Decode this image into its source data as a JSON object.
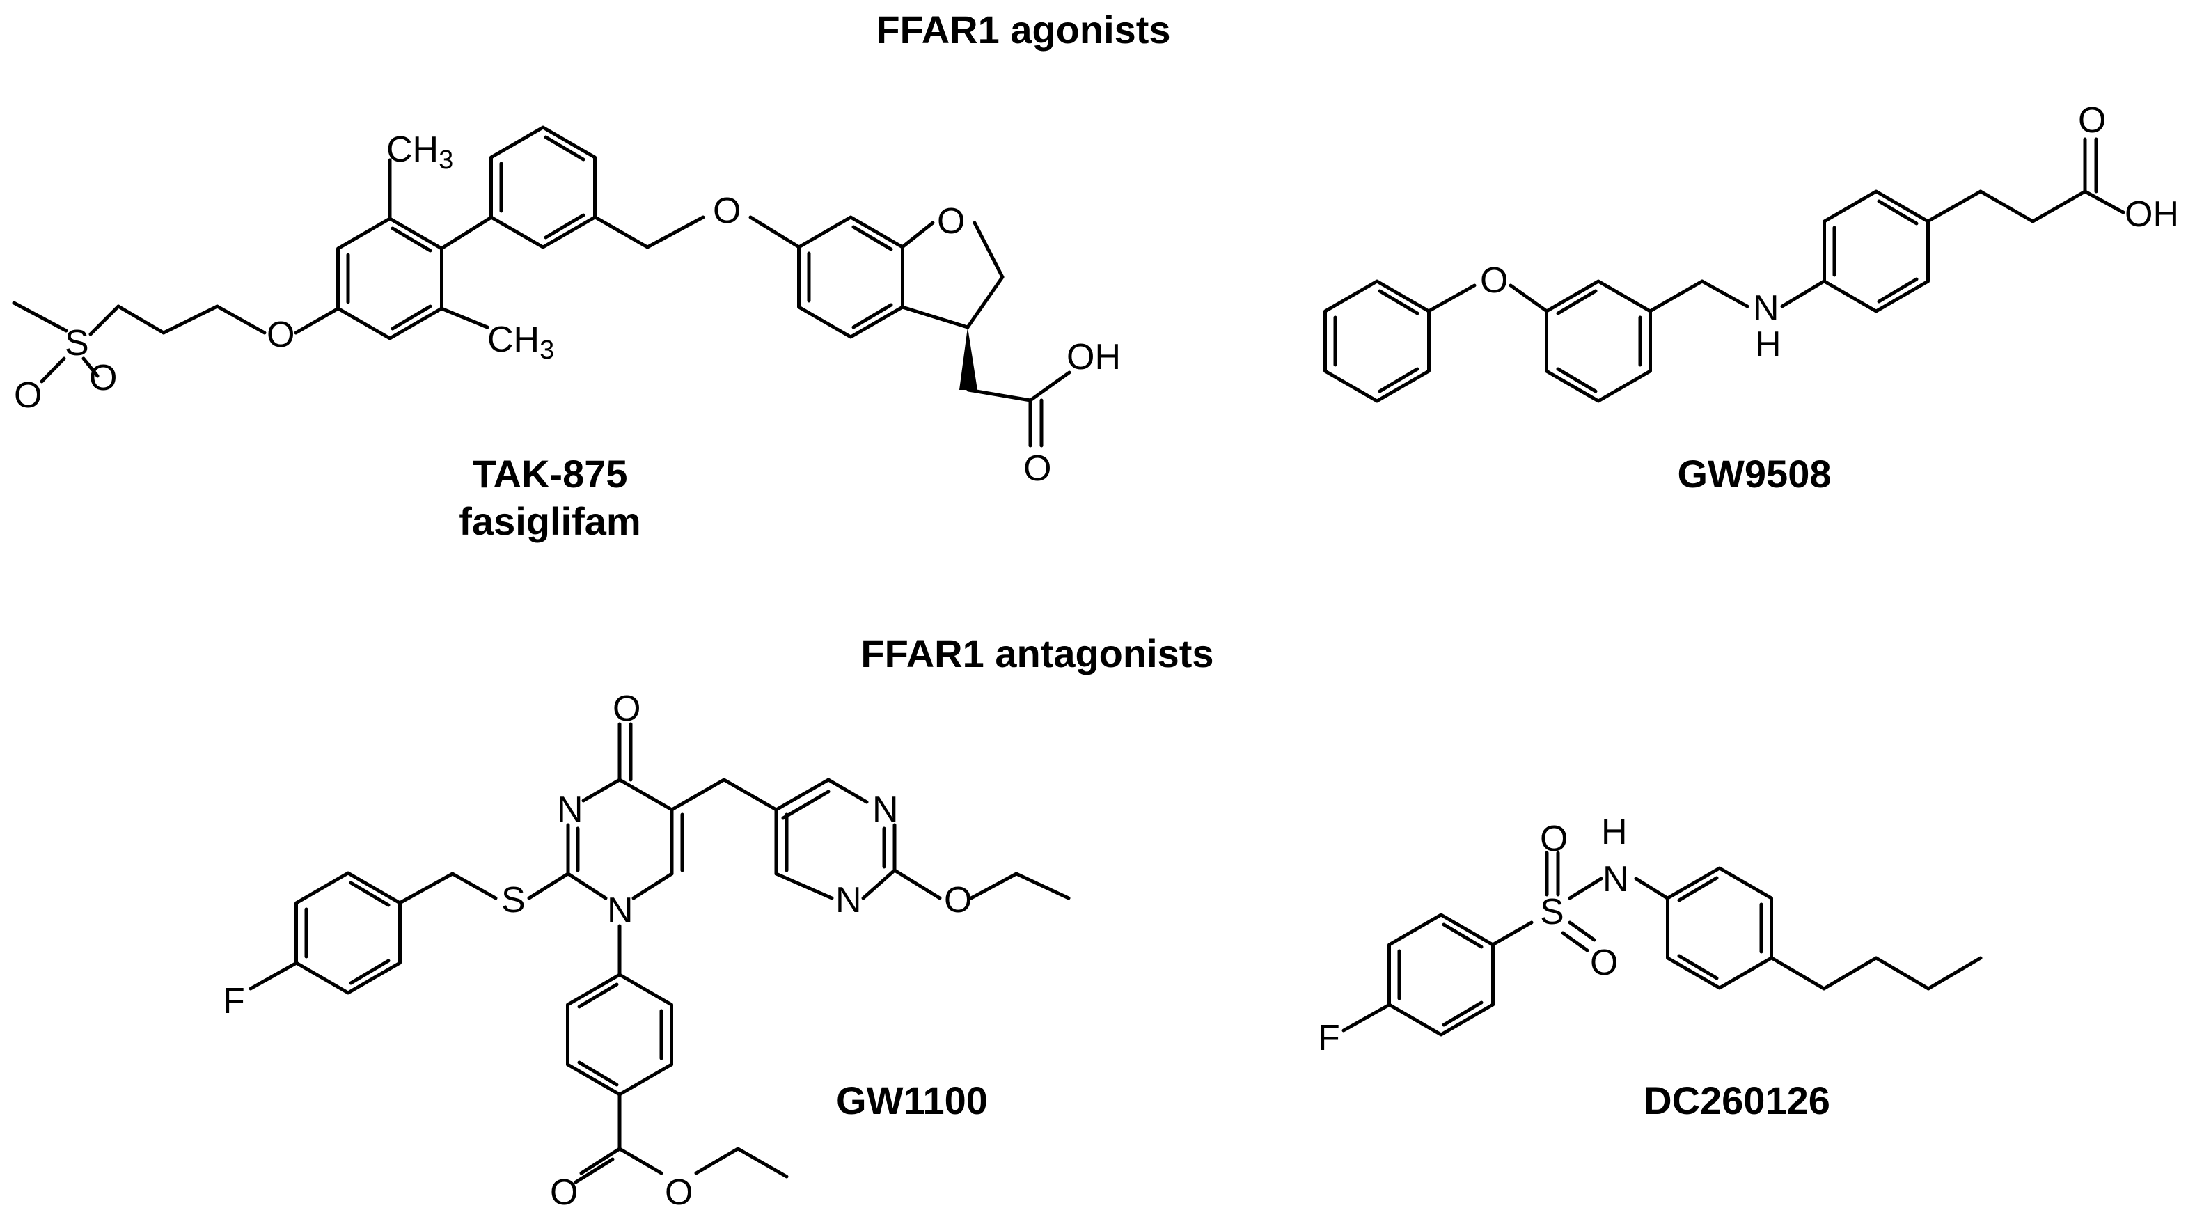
{
  "sections": {
    "agonists_title": "FFAR1 agonists",
    "antagonists_title": "FFAR1 antagonists"
  },
  "compounds": [
    {
      "id": "tak875",
      "name": "TAK-875",
      "alt_name": "fasiglifam"
    },
    {
      "id": "gw9508",
      "name": "GW9508"
    },
    {
      "id": "gw1100",
      "name": "GW1100"
    },
    {
      "id": "dc260126",
      "name": "DC260126"
    }
  ],
  "atom_labels": {
    "ch3": "CH",
    "sub3": "3",
    "o": "O",
    "oh": "OH",
    "n": "N",
    "h": "H",
    "s": "S",
    "f": "F"
  }
}
